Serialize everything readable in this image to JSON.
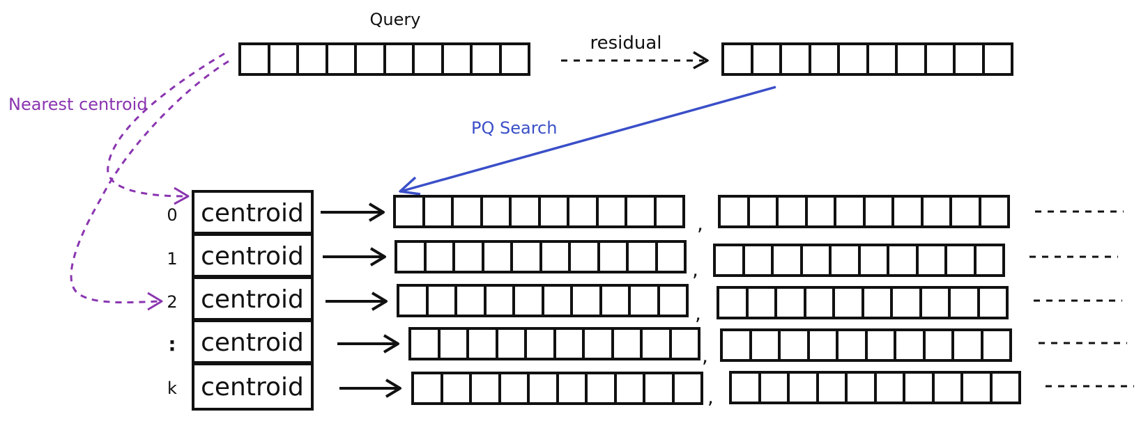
{
  "labels": {
    "query": "Query",
    "residual": "residual",
    "nearest_centroid": "Nearest centroid",
    "pq_search": "PQ Search"
  },
  "centroid_label": "centroid",
  "rows": [
    {
      "index": "0",
      "label": "centroid"
    },
    {
      "index": "1",
      "label": "centroid"
    },
    {
      "index": "2",
      "label": "centroid"
    },
    {
      "index": ":",
      "label": "centroid"
    },
    {
      "index": "k",
      "label": "centroid"
    }
  ],
  "separator": ",",
  "colors": {
    "ink": "#111111",
    "purple": "#8a35b0",
    "blue": "#3a4fc8"
  }
}
